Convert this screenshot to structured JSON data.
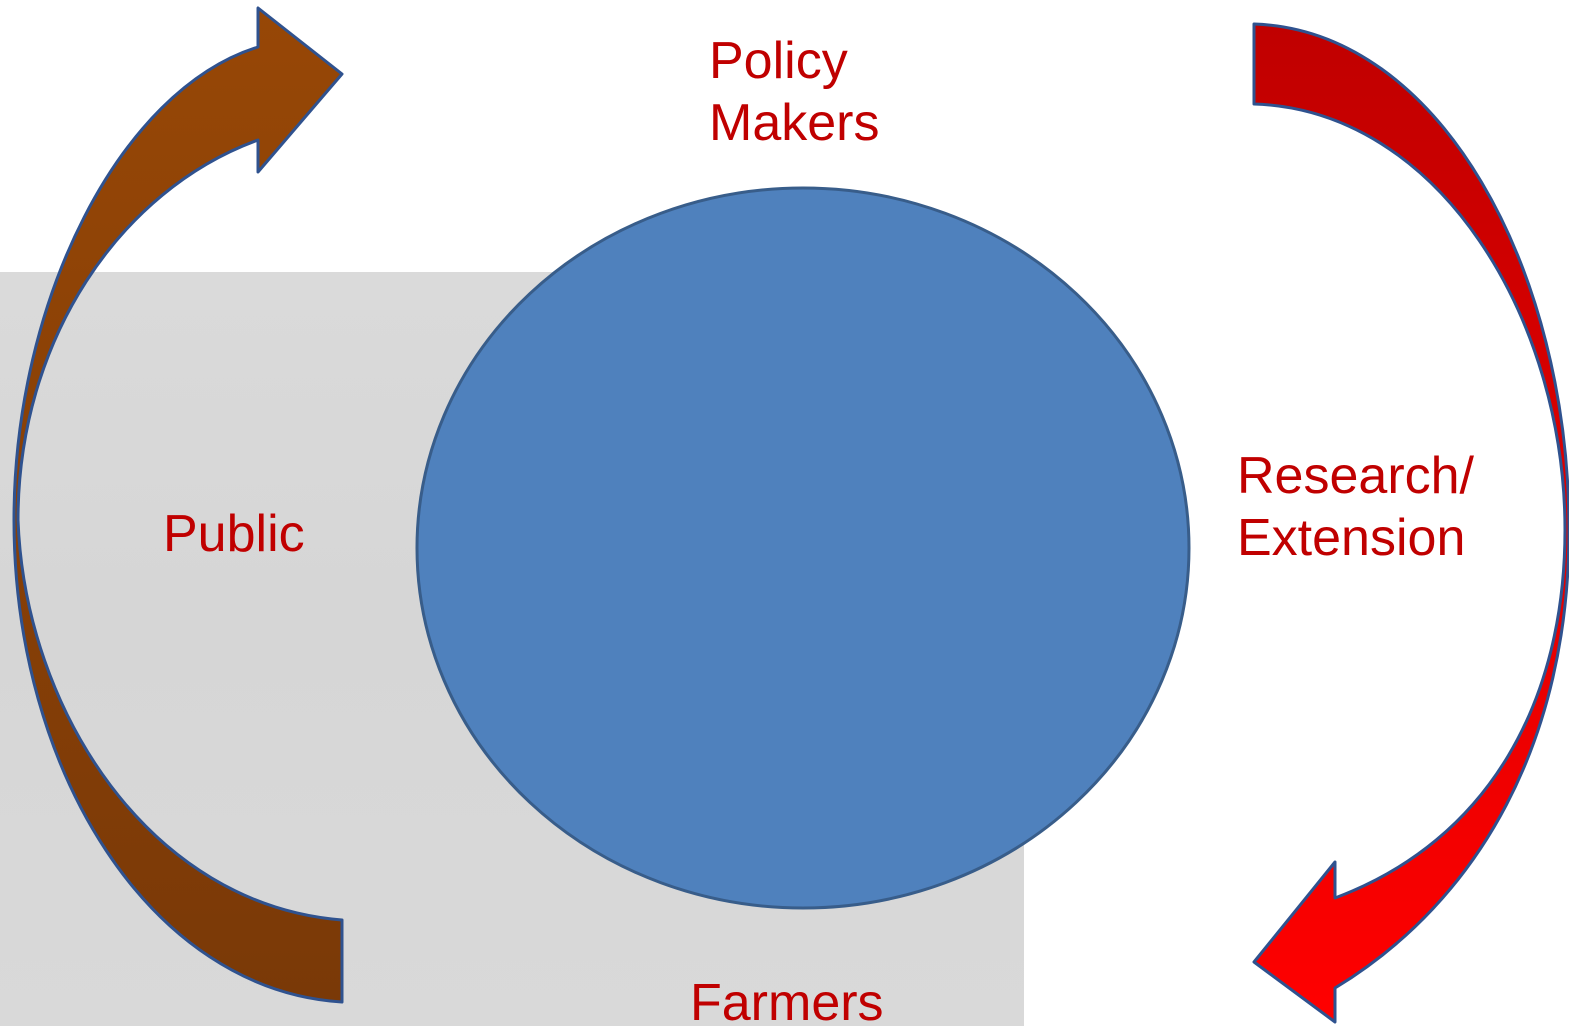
{
  "labels": {
    "policy_makers": "Policy\nMakers",
    "research_extension": "Research/\nExtension",
    "public": "Public",
    "farmers": "Farmers"
  },
  "colors": {
    "label_text": "#c00000",
    "circle_fill": "#4f81bd",
    "circle_stroke": "#385d8a",
    "left_arrow_top": "#974706",
    "left_arrow_bottom": "#7a3907",
    "right_arrow_top": "#c00000",
    "right_arrow_bottom": "#ff0000",
    "arrow_outline": "#2f528f"
  },
  "icons": {
    "left_arrow": "curved-arrow-up-icon",
    "right_arrow": "curved-arrow-down-icon"
  }
}
